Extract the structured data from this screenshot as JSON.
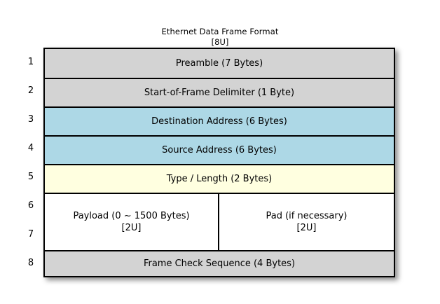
{
  "diagram": {
    "title": "Ethernet Data Frame Format",
    "subtitle": "[8U]",
    "background_color": "#ffffff",
    "border_color": "#000000",
    "colors": {
      "gray": "#d3d3d3",
      "blue": "#add8e6",
      "yellow": "#ffffe0",
      "white": "#ffffff"
    },
    "row_numbers": [
      "1",
      "2",
      "3",
      "4",
      "5",
      "6",
      "7",
      "8"
    ],
    "rows": [
      {
        "number": "1",
        "label": "Preamble (7 Bytes)",
        "fill": "#d3d3d3",
        "span": 1
      },
      {
        "number": "2",
        "label": "Start-of-Frame Delimiter (1 Byte)",
        "fill": "#d3d3d3",
        "span": 1
      },
      {
        "number": "3",
        "label": "Destination Address (6 Bytes)",
        "fill": "#add8e6",
        "span": 1
      },
      {
        "number": "4",
        "label": "Source Address (6 Bytes)",
        "fill": "#add8e6",
        "span": 1
      },
      {
        "number": "5",
        "label": "Type / Length (2 Bytes)",
        "fill": "#ffffe0",
        "span": 1
      },
      {
        "number": "6-7",
        "fill": "#ffffff",
        "span": 2,
        "split": true,
        "cells": [
          {
            "label": "Payload (0 ~ 1500 Bytes)",
            "sublabel": "[2U]"
          },
          {
            "label": "Pad (if necessary)",
            "sublabel": "[2U]"
          }
        ]
      },
      {
        "number": "8",
        "label": "Frame Check Sequence (4 Bytes)",
        "fill": "#d3d3d3",
        "span": 1
      }
    ]
  }
}
